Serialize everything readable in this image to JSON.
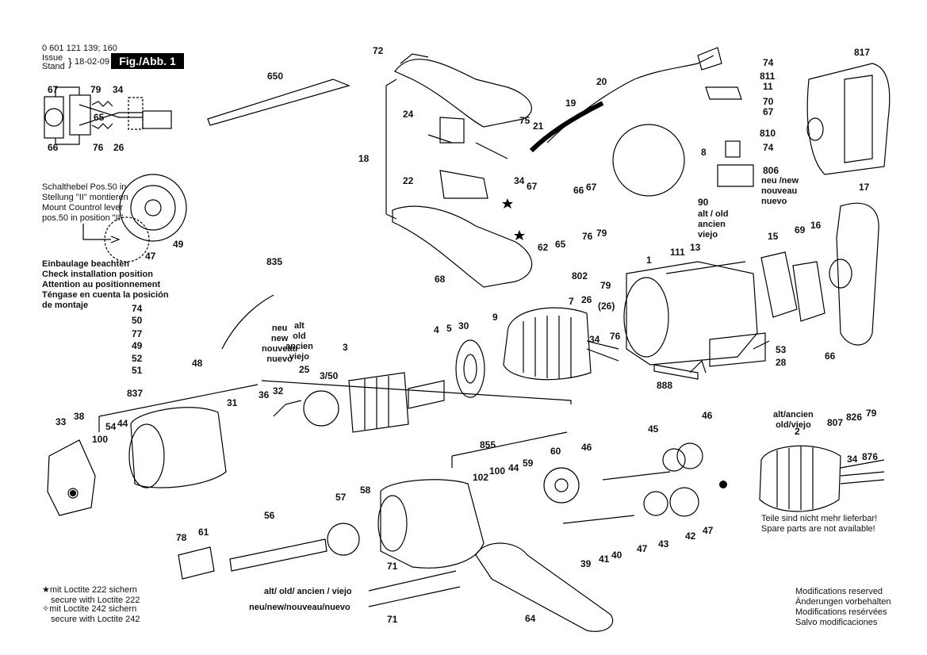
{
  "header": {
    "part_number": "0 601 121 139; 160",
    "issue_label": "Issue",
    "stand_label": "Stand",
    "date": "18-02-09",
    "figure": "Fig./Abb. 1"
  },
  "notes": {
    "control_lever": [
      "Schalthebel Pos.50 in",
      "Stellung \"II\" montieren",
      "Mount Countrol lever",
      "pos.50 in position \"II\""
    ],
    "installation": [
      "Einbaulage beachten",
      "Check installation position",
      "Attention au positionnement",
      "Téngase en cuenta la posición",
      "de montaje"
    ],
    "new_part": [
      "neu",
      "new",
      "nouveau",
      "nuevo"
    ],
    "old_part": [
      "alt",
      "old",
      "ancien",
      "viejo"
    ],
    "old_part_90": [
      "alt / old",
      "ancien",
      "viejo"
    ],
    "new_part_806": [
      "neu /new",
      "nouveau",
      "nuevo"
    ],
    "alt_ancien": [
      "alt/ancien",
      "old/viejo"
    ],
    "not_available": [
      "Teile sind nicht mehr lieferbar!",
      "Spare parts are not available!"
    ],
    "screw_old": "alt/ old/ ancien / viejo",
    "screw_new": "neu/new/nouveau/nuevo",
    "loctite_222": [
      "mit Loctite 222 sichern",
      "secure with Loctite 222"
    ],
    "loctite_242": [
      "mit Loctite 242 sichern",
      "secure with Loctite 242"
    ],
    "modifications": [
      "Modifications reserved",
      "Änderungen vorbehalten",
      "Modifications resérvées",
      "Salvo modificaciones"
    ]
  },
  "callouts": {
    "c72": "72",
    "c650": "650",
    "c20": "20",
    "c74a": "74",
    "c811": "811",
    "c11": "11",
    "c817": "817",
    "c24": "24",
    "c19": "19",
    "c75": "75",
    "c21": "21",
    "c70": "70",
    "c67a": "67",
    "c18": "18",
    "c810": "810",
    "c8": "8",
    "c74b": "74",
    "c806": "806",
    "c22": "22",
    "c34a": "34",
    "c67b": "67",
    "c66a": "66",
    "c67c": "67",
    "c17": "17",
    "c90": "90",
    "c62": "62",
    "c65a": "65",
    "c76a": "76",
    "c79a": "79",
    "c69": "69",
    "c16": "16",
    "c15": "15",
    "c111": "111",
    "c13": "13",
    "c1": "1",
    "c835": "835",
    "c68": "68",
    "c802": "802",
    "c7": "7",
    "c26": "26",
    "c79b": "79",
    "c26p": "(26)",
    "c9": "9",
    "c4": "4",
    "c5": "5",
    "c30": "30",
    "c34b": "34",
    "c76b": "76",
    "c53": "53",
    "c28": "28",
    "c66b": "66",
    "c74c": "74",
    "c50": "50",
    "c77": "77",
    "c49a": "49",
    "c52": "52",
    "c51": "51",
    "c48": "48",
    "c3": "3",
    "c350": "3/50",
    "c25": "25",
    "c888": "888",
    "c837": "837",
    "c31": "31",
    "c36": "36",
    "c32": "32",
    "c33": "33",
    "c38": "38",
    "c54": "54",
    "c44a": "44",
    "c100a": "100",
    "c45": "45",
    "c46a": "46",
    "c46b": "46",
    "c855": "855",
    "c102": "102",
    "c100b": "100",
    "c44b": "44",
    "c59": "59",
    "c60": "60",
    "c57": "57",
    "c58": "58",
    "c56": "56",
    "c61": "61",
    "c78": "78",
    "c47a": "47",
    "c43": "43",
    "c42": "42",
    "c47b": "47",
    "c41": "41",
    "c40": "40",
    "c39": "39",
    "c71a": "71",
    "c71b": "71",
    "c64": "64",
    "c807": "807",
    "c826": "826",
    "c79c": "79",
    "c2": "2",
    "c34c": "34",
    "c876": "876",
    "d67": "67",
    "d79": "79",
    "d34": "34",
    "d65": "65",
    "d66": "66",
    "d76": "76",
    "d26": "26",
    "c49b": "49",
    "c47c": "47"
  }
}
